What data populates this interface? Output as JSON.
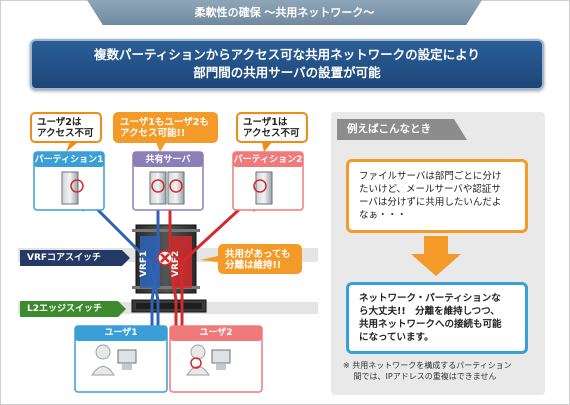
{
  "header": {
    "tab_title": "柔軟性の確保 ～共用ネットワーク～"
  },
  "banner": {
    "line1": "複数パーティションからアクセス可な共用ネットワークの設定により",
    "line2": "部門間の共用サーバの設置が可能"
  },
  "callouts": {
    "user2_no_access": [
      "ユーザ2は",
      "アクセス不可"
    ],
    "both_access": [
      "ユーザ1もユーザ2も",
      "アクセス可能!!"
    ],
    "user1_no_access": [
      "ユーザ1は",
      "アクセス不可"
    ],
    "shared_but_separated": [
      "共用があっても",
      "分離は維持!!"
    ]
  },
  "nodes": {
    "partition1": "パーティション1",
    "shared_server": "共有サーバ",
    "partition2": "パーティション2",
    "user1": "ユーザ1",
    "user2": "ユーザ2"
  },
  "labels": {
    "vrf_core_switch": "VRFコアスイッチ",
    "l2_edge_switch": "L2エッジスイッチ",
    "vrf1": "VRF1",
    "vrf2": "VRF2"
  },
  "right_panel": {
    "heading": "例えばこんなとき",
    "quote": [
      "ファイルサーバは部門ごとに分け",
      "たいけど、メールサーバや認証サ",
      "ーバは分けずに共用したいんだよ",
      "なぁ・・・"
    ],
    "result": [
      "ネットワーク・パーティションな",
      "ら大丈夫!!　分離を維持しつつ、",
      "共用ネットワークへの接続も可能",
      "になっています。"
    ],
    "note": [
      "※ 共用ネットワークを構成するパーティション",
      "　 間では、IPアドレスの重複はできません"
    ]
  },
  "colors": {
    "banner_blue": "#1d4678",
    "accent_orange": "#f39a28",
    "vrf1_blue": "#2f63b5",
    "vrf2_red": "#d42a2a",
    "partition1_blue": "#3a9fd6",
    "shared_purple": "#8c7fb8",
    "partition2_red": "#f07a7a"
  }
}
